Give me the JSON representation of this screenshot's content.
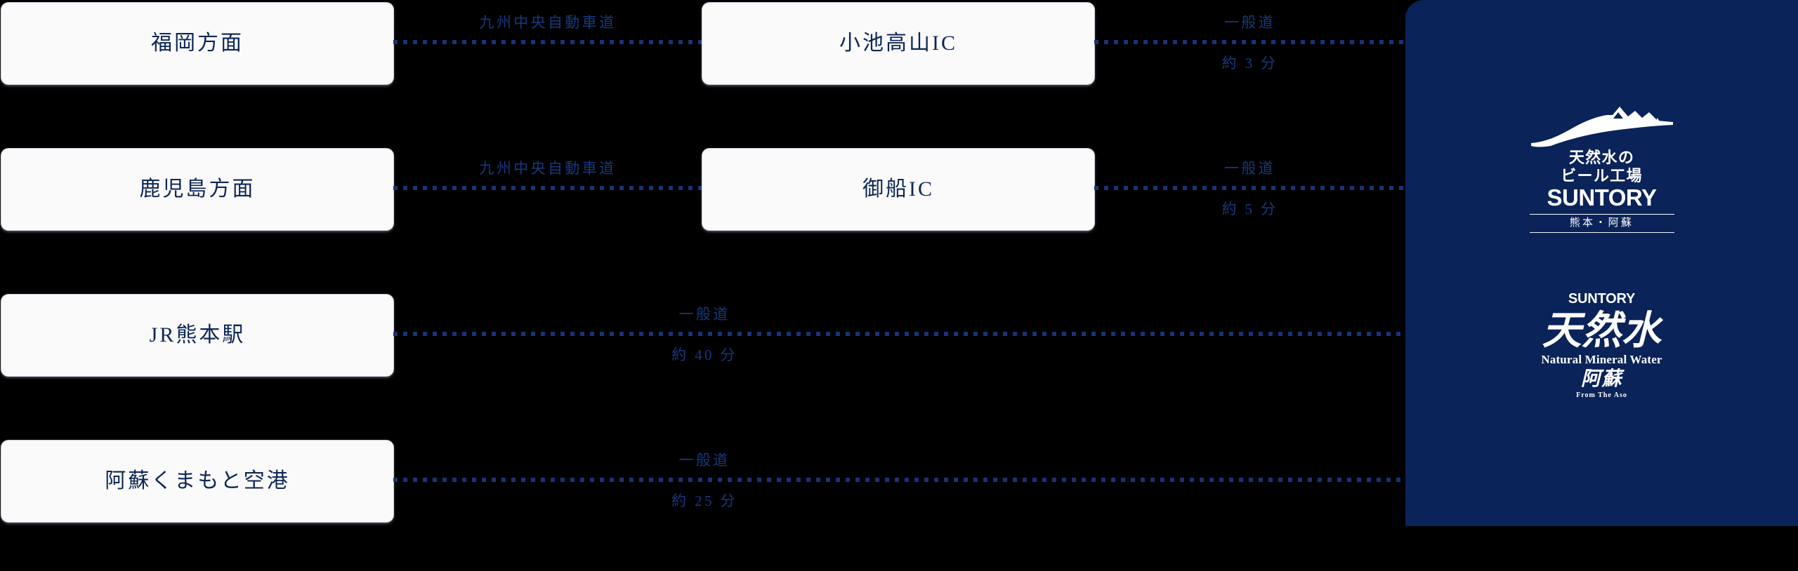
{
  "theme": {
    "background": "#000000",
    "panel_navy": "#0a2359",
    "box_fill": "#fafafa",
    "text_navy": "#0d2656",
    "caption_blue": "#17397e",
    "dot_blue": "#17337a"
  },
  "routes": [
    {
      "origin": "福岡方面",
      "segment1": {
        "road": "九州中央自動車道"
      },
      "waypoint": "小池高山IC",
      "segment2": {
        "road": "一般道",
        "duration": "約 3 分"
      }
    },
    {
      "origin": "鹿児島方面",
      "segment1": {
        "road": "九州中央自動車道"
      },
      "waypoint": "御船IC",
      "segment2": {
        "road": "一般道",
        "duration": "約 5 分"
      }
    },
    {
      "origin": "JR熊本駅",
      "segment1": null,
      "waypoint": null,
      "segment2": {
        "road": "一般道",
        "duration": "約 40 分"
      }
    },
    {
      "origin": "阿蘇くまもと空港",
      "segment1": null,
      "waypoint": null,
      "segment2": {
        "road": "一般道",
        "duration": "約 25 分"
      }
    }
  ],
  "brand_panel": {
    "beer_logo": {
      "icon": "mountain-wave-mark",
      "line1": "天然水の",
      "line2": "ビール工場",
      "wordmark": "SUNTORY",
      "place": "熊本・阿蘇"
    },
    "water_logo": {
      "wordmark": "SUNTORY",
      "kanji": "天然水",
      "english": "Natural Mineral Water",
      "aso_kanji": "阿蘇",
      "tagline": "From The Aso"
    }
  }
}
